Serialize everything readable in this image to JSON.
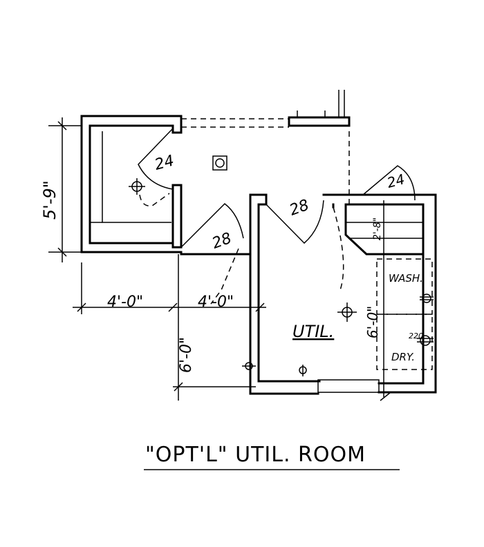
{
  "plan": {
    "title": "\"OPT'L\" UTIL. ROOM",
    "room_label": "UTIL.",
    "appliances": {
      "washer": "WASH.",
      "dryer": "DRY.",
      "dryer_outlet": "220"
    },
    "doors": {
      "closet_left": "24",
      "closet_right": "24",
      "hall_door": "28",
      "util_door": "28"
    },
    "dimensions": {
      "left_height": "5'-9\"",
      "left_width": "4'-0\"",
      "middle_width": "4'-0\"",
      "lower_height": "6'-0\"",
      "laundry_depth": "6'-0\"",
      "shelf_depth": "2'-8\""
    }
  }
}
